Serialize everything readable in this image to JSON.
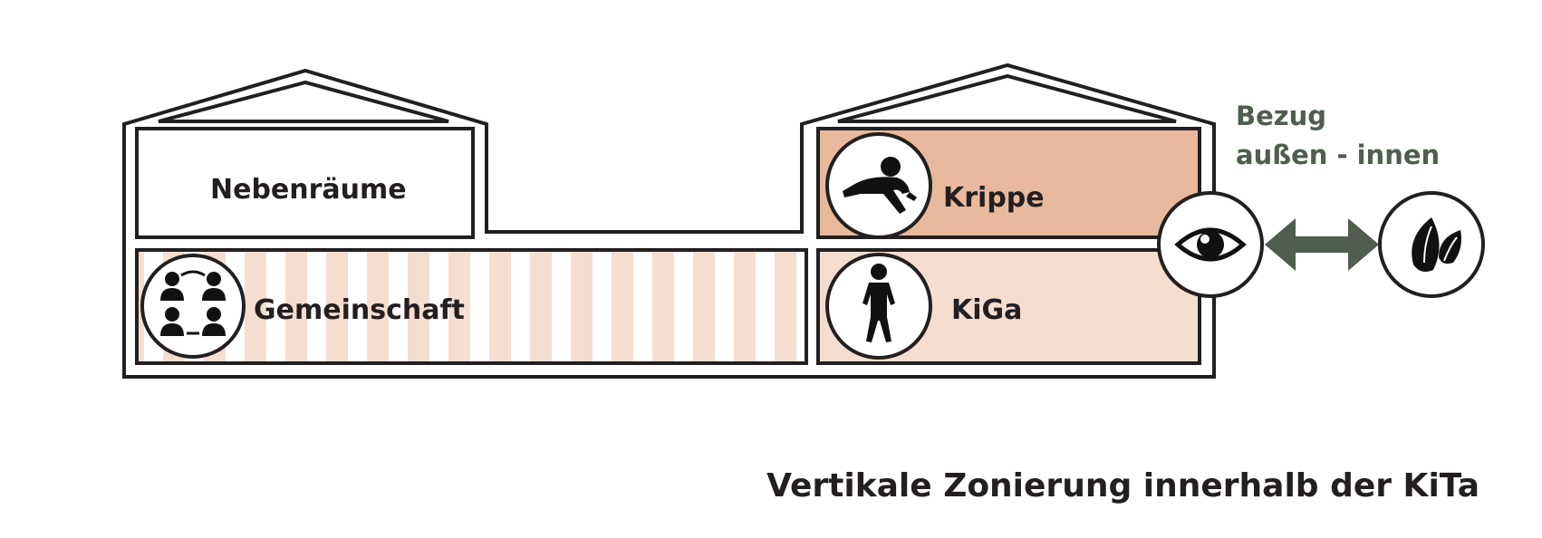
{
  "rooms": {
    "nebenraeume": "Nebenräume",
    "gemeinschaft": "Gemeinschaft",
    "krippe": "Krippe",
    "kiga": "KiGa"
  },
  "relation": {
    "line1": "Bezug",
    "line2": "außen - innen"
  },
  "caption": "Vertikale Zonierung innerhalb der KiTa",
  "icons": {
    "community": "people-group-icon",
    "baby": "crawling-baby-icon",
    "child": "child-icon",
    "eye": "eye-icon",
    "leaves": "leaves-icon",
    "arrow": "double-arrow-icon"
  },
  "colors": {
    "outline": "#231f20",
    "krippe_fill": "#e8b99c",
    "kiga_fill": "#f5ddd0",
    "stripe_fill": "#f5ddd0",
    "accent_green": "#4f5e4e"
  }
}
